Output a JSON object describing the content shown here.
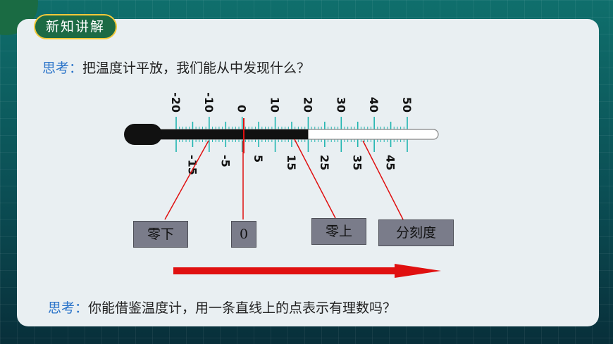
{
  "header": {
    "badge_label": "新知讲解"
  },
  "question_1": {
    "lead": "思考：",
    "text": "把温度计平放，我们能从中发现什么？"
  },
  "question_2": {
    "lead": "思考：",
    "text": "你能借鉴温度计，用一条直线上的点表示有理数吗？"
  },
  "thermometer": {
    "top_labels": [
      "-20",
      "-10",
      "0",
      "10",
      "20",
      "30",
      "40",
      "50"
    ],
    "bottom_labels": [
      "-15",
      "-5",
      "5",
      "15",
      "25",
      "35",
      "45"
    ],
    "reading": 20
  },
  "annotations": {
    "below_zero": "零下",
    "zero": "0",
    "above_zero": "零上",
    "graduation": "分刻度"
  },
  "colors": {
    "accent": "#1c6a44",
    "badge_border": "#f2c83a",
    "pointer": "#e01010",
    "mercury": "#111111"
  }
}
